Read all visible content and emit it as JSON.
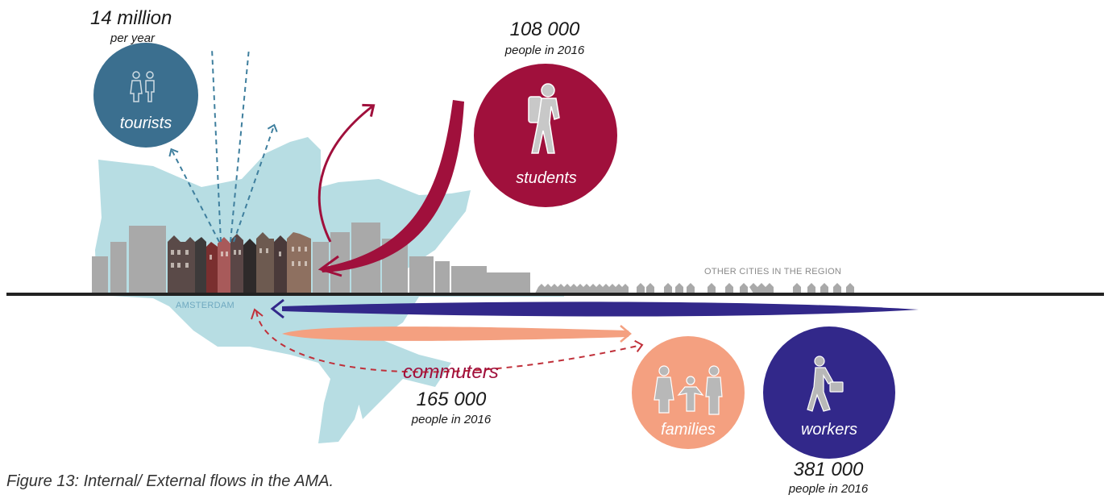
{
  "tourists": {
    "count": "14 million",
    "period": "per year",
    "label": "tourists",
    "color": "#3b6f8f"
  },
  "students": {
    "count": "108 000",
    "period": "people in 2016",
    "label": "students",
    "color": "#a0103c"
  },
  "commuters": {
    "label": "commuters",
    "count": "165 000",
    "period": "people in 2016",
    "color": "#a0103c"
  },
  "families": {
    "label": "families",
    "color": "#f4a080"
  },
  "workers": {
    "label": "workers",
    "count": "381 000",
    "period": "people in 2016",
    "color": "#32288a"
  },
  "places": {
    "amsterdam": "AMSTERDAM",
    "region": "OTHER CITIES IN THE REGION"
  },
  "caption": "Figure 13:  Internal/ External flows in the AMA.",
  "colors": {
    "map": "#b7dde3",
    "building": "#a9a9a9",
    "ground": "#222222",
    "tourist_arrow": "#3f7f9e"
  }
}
